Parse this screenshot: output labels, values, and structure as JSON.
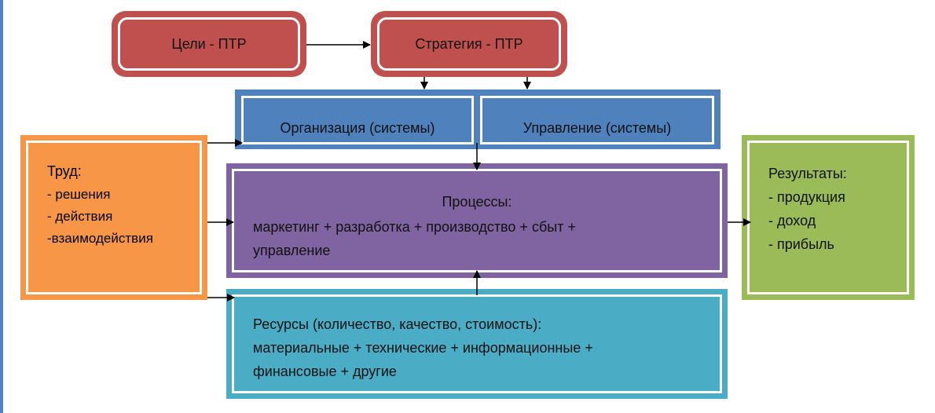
{
  "goals": {
    "label": "Цели - ПТР"
  },
  "strategy": {
    "label": "Стратегия - ПТР"
  },
  "organization": {
    "label": "Организация (системы)"
  },
  "management": {
    "label": "Управление (системы)"
  },
  "labour": {
    "title": "Труд:",
    "items": [
      "- решения",
      "- действия",
      "-взаимодействия"
    ]
  },
  "processes": {
    "title": "Процессы:",
    "line1": "маркетинг + разработка + производство + сбыт +",
    "line2": "управление"
  },
  "resources": {
    "line1": "Ресурсы (количество, качество, стоимость):",
    "line2": "материальные + технические + информационные +",
    "line3": "финансовые + другие"
  },
  "results": {
    "title": "Результаты:",
    "items": [
      "- продукция",
      "- доход",
      "- прибыль"
    ]
  },
  "colors": {
    "red": "#c0504d",
    "blue": "#4f81bd",
    "orange": "#f79646",
    "purple": "#8064a2",
    "teal": "#4bacc6",
    "green": "#9bbb59"
  }
}
